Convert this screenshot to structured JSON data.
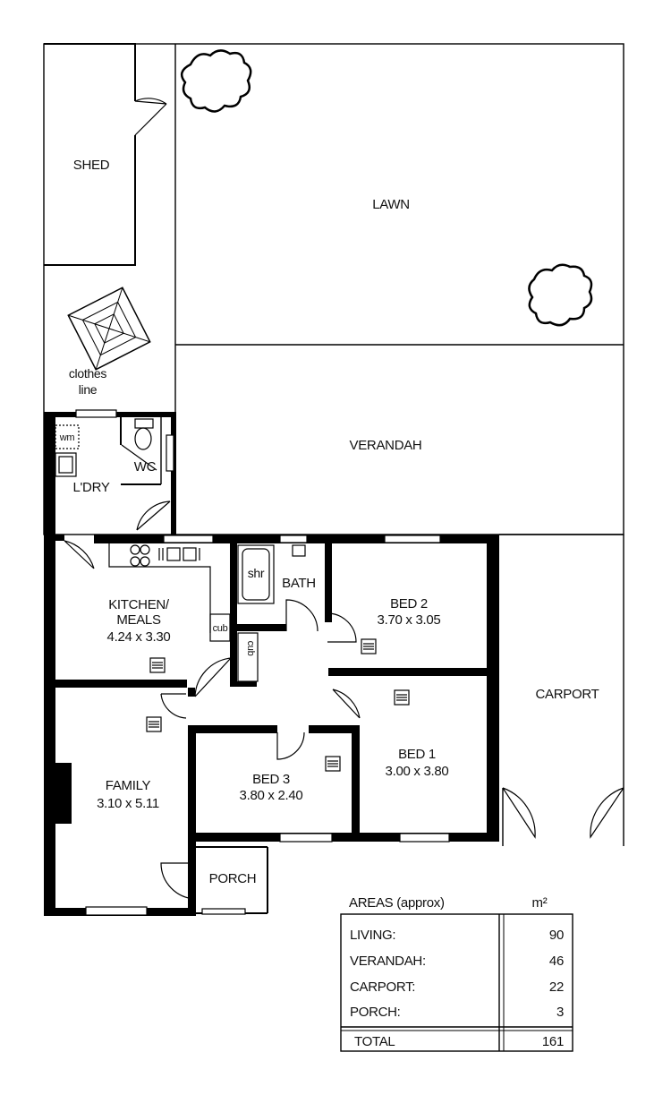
{
  "rooms": {
    "shed": "SHED",
    "lawn": "LAWN",
    "clothes_line": [
      "clothes",
      "line"
    ],
    "verandah": "VERANDAH",
    "wm": "wm",
    "wc": "WC",
    "laundry": "L'DRY",
    "kitchen": [
      "KITCHEN/",
      "MEALS",
      "4.24 x 3.30"
    ],
    "cub1": "cub",
    "cub2": "cub",
    "shr": "shr",
    "bath": "BATH",
    "bed2": [
      "BED 2",
      "3.70 x 3.05"
    ],
    "carport": "CARPORT",
    "family": [
      "FAMILY",
      "3.10 x 5.11"
    ],
    "bed3": [
      "BED 3",
      "3.80 x 2.40"
    ],
    "bed1": [
      "BED 1",
      "3.00 x 3.80"
    ],
    "porch": "PORCH"
  },
  "areas_table": {
    "title": "AREAS (approx)",
    "unit": "m²",
    "rows": [
      {
        "label": "LIVING:",
        "value": "90"
      },
      {
        "label": "VERANDAH:",
        "value": "46"
      },
      {
        "label": "CARPORT:",
        "value": "22"
      },
      {
        "label": "PORCH:",
        "value": "3"
      }
    ],
    "total": {
      "label": "TOTAL",
      "value": "161"
    }
  }
}
